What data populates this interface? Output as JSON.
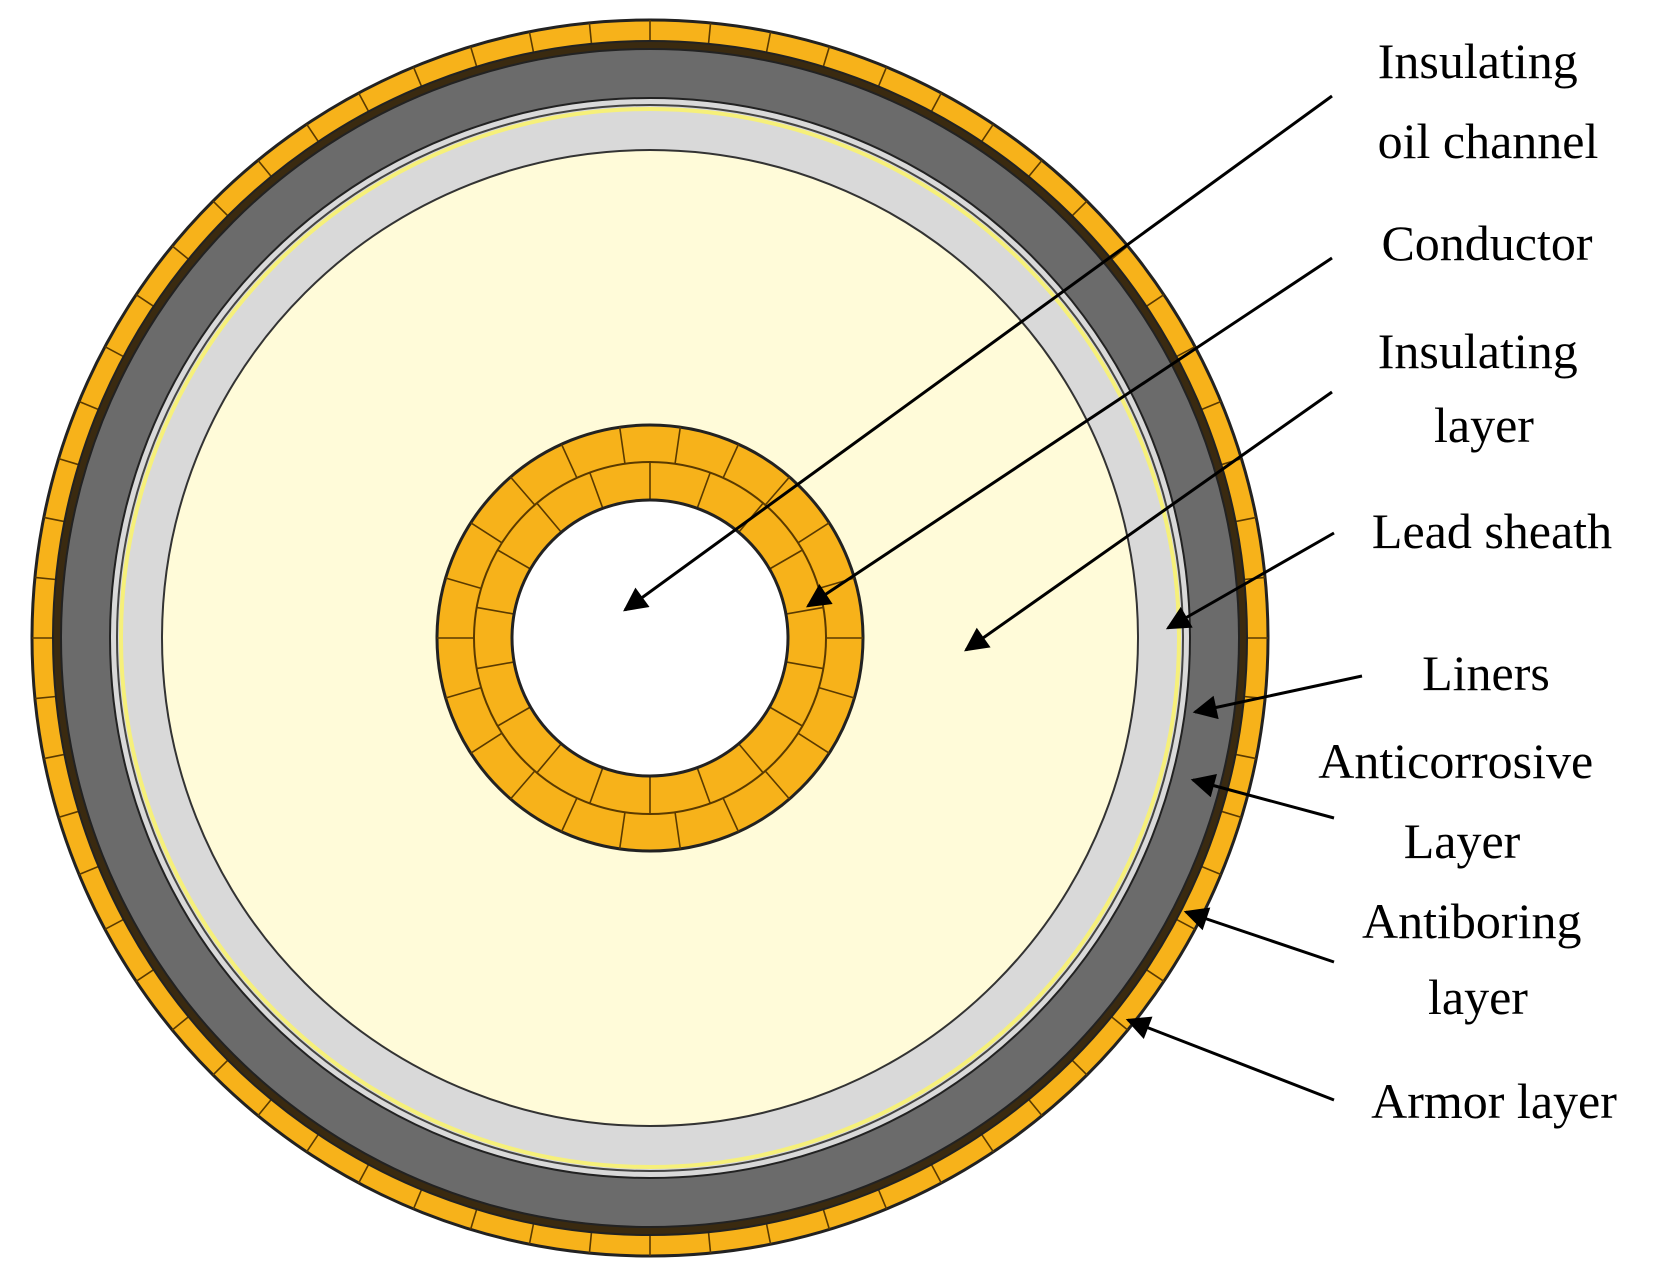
{
  "colors": {
    "armor": "#f7b21a",
    "armor_seam": "#5a3a00",
    "anticorrosive": "#6b6b6b",
    "lead_sheath": "#d9d9d9",
    "liners": "#f6f07a",
    "insulation": "#fffbd9",
    "conductor": "#f7b21a",
    "oil_channel": "#ffffff",
    "outline": "#222222",
    "dark_band": "#3a2a10"
  },
  "labels": [
    {
      "id": "oil-channel",
      "lines": [
        "Insulating",
        "oil channel"
      ]
    },
    {
      "id": "conductor",
      "lines": [
        "Conductor"
      ]
    },
    {
      "id": "insulating-layer",
      "lines": [
        "Insulating",
        "layer"
      ]
    },
    {
      "id": "lead-sheath",
      "lines": [
        "Lead sheath"
      ]
    },
    {
      "id": "liners",
      "lines": [
        "Liners"
      ]
    },
    {
      "id": "anticorrosive-layer",
      "lines": [
        "Anticorrosive",
        "Layer"
      ]
    },
    {
      "id": "antiboring-layer",
      "lines": [
        "Antiboring",
        "layer"
      ]
    },
    {
      "id": "armor-layer",
      "lines": [
        "Armor layer"
      ]
    }
  ]
}
